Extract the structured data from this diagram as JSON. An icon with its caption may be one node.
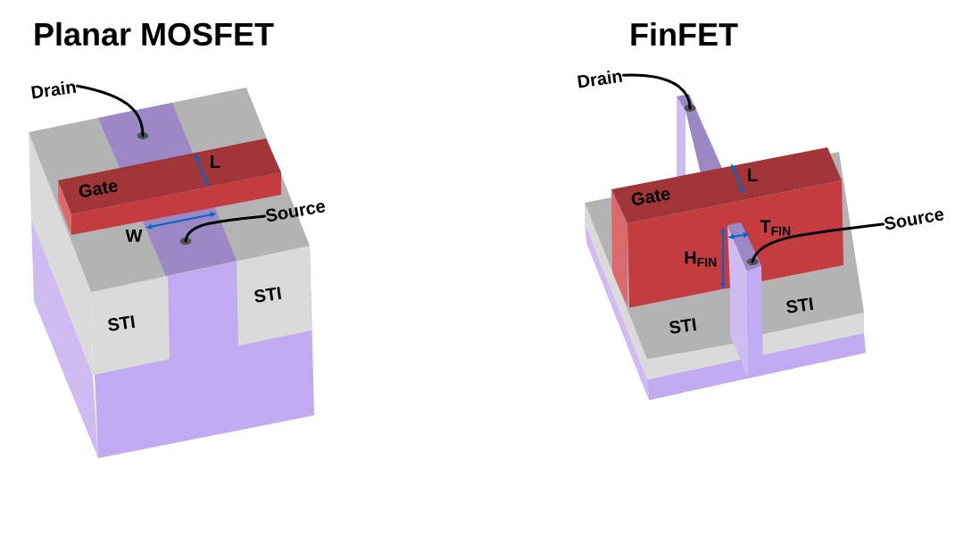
{
  "diagram": {
    "nodes": [
      {
        "text": [
          "Drain"
        ]
      },
      {
        "text": [],
        "shape": "circle"
      },
      {
        "text": [
          "Source"
        ]
      },
      {
        "text": [],
        "shape": "circle"
      },
      {
        "text": [
          "Drain"
        ]
      },
      {
        "text": [],
        "shape": "circle"
      },
      {
        "text": [
          "Source"
        ]
      },
      {
        "text": [],
        "shape": "circle"
      }
    ],
    "edges": [
      {
        "from": 0,
        "to": 1,
        "arrow": "none"
      },
      {
        "from": 2,
        "to": 3,
        "arrow": "none"
      },
      {
        "from": 4,
        "to": 5,
        "arrow": "none"
      },
      {
        "from": 6,
        "to": 7,
        "arrow": "none"
      }
    ],
    "labels": [
      "Planar MOSFET",
      "Gate",
      "L",
      "W",
      "STI",
      "STI",
      "FinFET",
      "Gate",
      "L",
      "T$_{FIN}$",
      "H$_{FIN}$",
      "STI",
      "STI"
    ]
  }
}
